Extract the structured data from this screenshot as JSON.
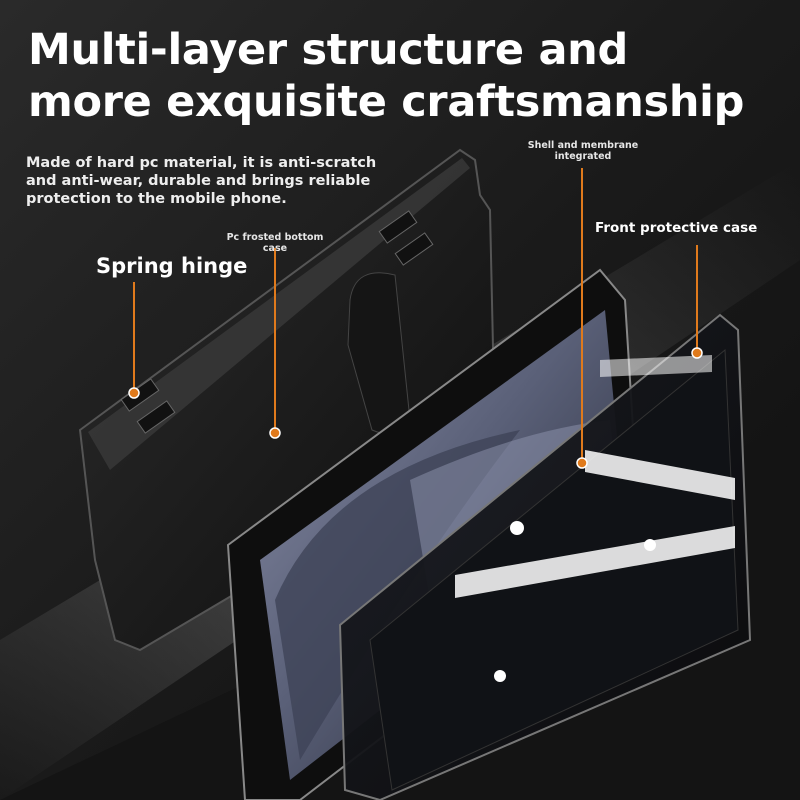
{
  "headline": {
    "line1": "Multi-layer structure and",
    "line2": "more exquisite craftsmanship"
  },
  "description": "Made of hard pc material, it is anti-scratch and anti-wear, durable and brings reliable protection to the mobile phone.",
  "callouts": {
    "spring_hinge": "Spring hinge",
    "pc_frosted": "Pc frosted bottom case",
    "shell_membrane": "Shell and membrane integrated",
    "front_case": "Front protective case"
  },
  "colors": {
    "background": "#1b1b1b",
    "accent_dot": "#e07a1c",
    "text": "#ffffff"
  }
}
